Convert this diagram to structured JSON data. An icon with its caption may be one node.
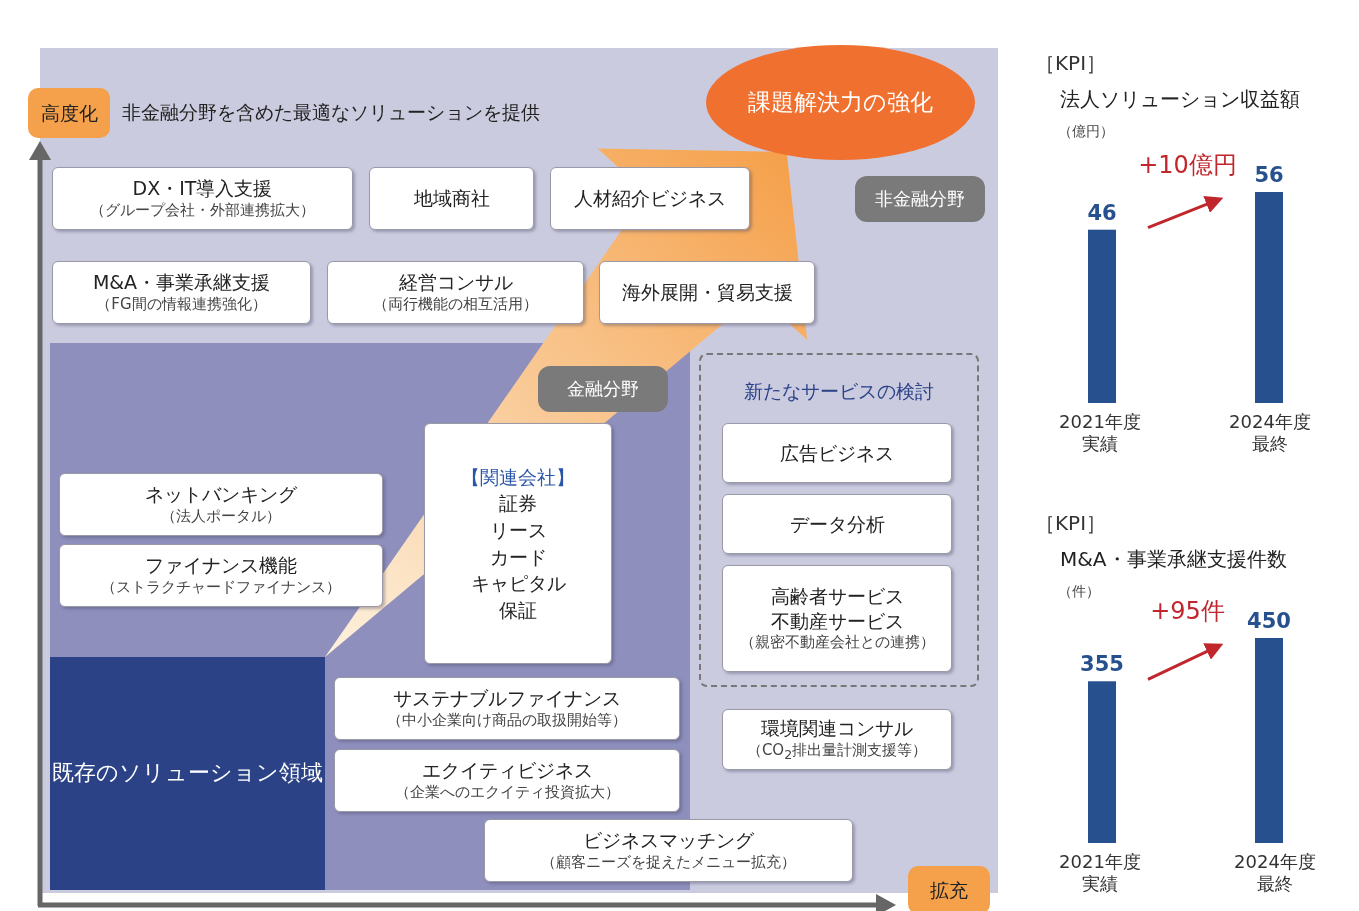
{
  "diagram": {
    "nodes": [
      {
        "text": [
          "高度化"
        ],
        "beside": [
          "非金融分野を含めた最適なソリューションを提供"
        ]
      },
      {
        "text": [
          "拡充"
        ]
      },
      {
        "text": [
          "課題解決力の強化"
        ]
      },
      {
        "text": [
          "非金融分野"
        ]
      },
      {
        "text": [
          "金融分野"
        ]
      },
      {
        "text": [
          "DX・IT導入支援",
          "（グループ会社・外部連携拡大）"
        ]
      },
      {
        "text": [
          "地域商社"
        ]
      },
      {
        "text": [
          "人材紹介ビジネス"
        ]
      },
      {
        "text": [
          "M&A・事業承継支援",
          "（FG間の情報連携強化）"
        ]
      },
      {
        "text": [
          "経営コンサル",
          "（両行機能の相互活用）"
        ]
      },
      {
        "text": [
          "海外展開・貿易支援"
        ]
      },
      {
        "text": [
          "新たなサービスの検討"
        ]
      },
      {
        "text": [
          "広告ビジネス"
        ],
        "in": 11
      },
      {
        "text": [
          "データ分析"
        ],
        "in": 11
      },
      {
        "text": [
          "高齢者サービス",
          "不動産サービス",
          "（親密不動産会社との連携）"
        ],
        "in": 11
      },
      {
        "text": [
          "既存のソリューション領域"
        ]
      },
      {
        "text": [
          "ネットバンキング",
          "（法人ポータル）"
        ]
      },
      {
        "text": [
          "ファイナンス機能",
          "（ストラクチャードファイナンス）"
        ]
      },
      {
        "text": [
          "【関連会社】",
          "証券",
          "リース",
          "カード",
          "キャピタル",
          "保証"
        ]
      },
      {
        "text": [
          "サステナブルファイナンス",
          "（中小企業向け商品の取扱開始等）"
        ]
      },
      {
        "text": [
          "エクイティビジネス",
          "（企業へのエクイティ投資拡大）"
        ]
      },
      {
        "text": [
          "環境関連コンサル",
          "（CO$_{2}$排出量計測支援等）"
        ]
      },
      {
        "text": [
          "ビジネスマッチング",
          "（顧客ニーズを捉えたメニュー拡充）"
        ]
      }
    ],
    "edges": [
      {
        "from": 15,
        "to": 2,
        "arrow": "to"
      }
    ],
    "labels": [
      "［KPI］",
      "［KPI］"
    ],
    "chart_data": [
      {
        "type": "bar",
        "title": "法人ソリューション収益額",
        "ylabel": "（億円）",
        "categories": [
          "2021年度実績",
          "2024年度最終"
        ],
        "series": [
          {
            "color": "#27508f",
            "values": [
              46,
              56
            ]
          }
        ],
        "data_labels": true,
        "annotations": [
          {
            "text": "+10億円"
          }
        ]
      },
      {
        "type": "bar",
        "title": "M&A・事業承継支援件数",
        "ylabel": "（件）",
        "categories": [
          "2021年度実績",
          "2024年度最終"
        ],
        "series": [
          {
            "color": "#27508f",
            "values": [
              355,
              450
            ]
          }
        ],
        "data_labels": true,
        "annotations": [
          {
            "text": "+95件"
          }
        ]
      }
    ]
  }
}
